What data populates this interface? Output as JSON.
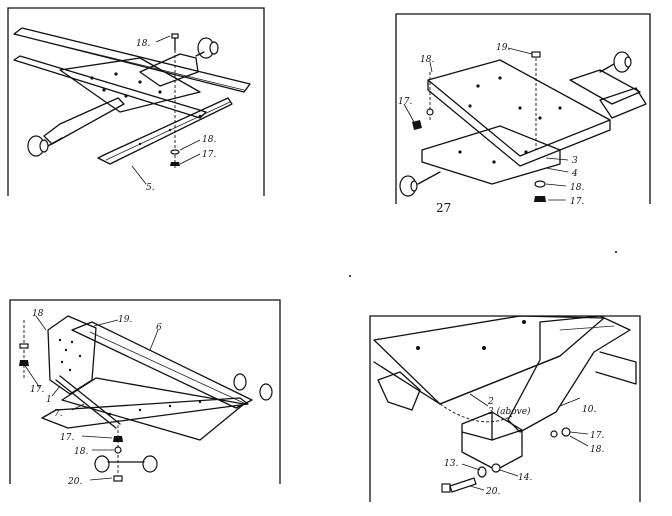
{
  "panels": [
    {
      "id": "top-left",
      "callouts": [
        "18.",
        "18.",
        "17.",
        "5."
      ]
    },
    {
      "id": "top-right",
      "callouts": [
        "18.",
        "19.",
        "17.",
        "3",
        "4",
        "18.",
        "17.",
        "27"
      ]
    },
    {
      "id": "bottom-left",
      "callouts": [
        "18",
        "19.",
        "6",
        "17.",
        "1",
        "7.",
        "17.",
        "18.",
        "20."
      ]
    },
    {
      "id": "bottom-right",
      "callouts": [
        "2",
        "3 (above)",
        "10.",
        "17.",
        "18.",
        "13.",
        "14.",
        "20."
      ]
    }
  ]
}
